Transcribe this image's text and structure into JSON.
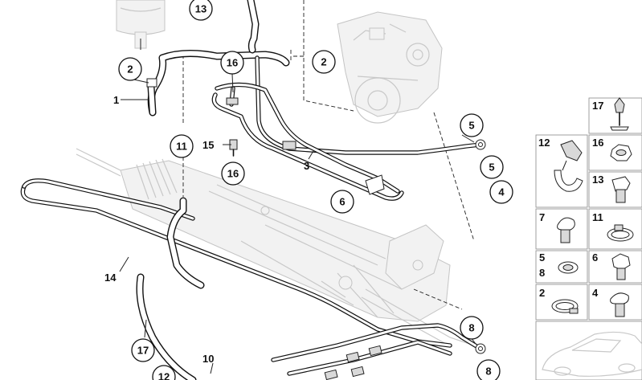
{
  "callouts": [
    {
      "id": "c13",
      "label": "13"
    },
    {
      "id": "c2a",
      "label": "2"
    },
    {
      "id": "c2b",
      "label": "2"
    },
    {
      "id": "c16a",
      "label": "16"
    },
    {
      "id": "c16b",
      "label": "16"
    },
    {
      "id": "c11",
      "label": "11"
    },
    {
      "id": "c5a",
      "label": "5"
    },
    {
      "id": "c5b",
      "label": "5"
    },
    {
      "id": "c4",
      "label": "4"
    },
    {
      "id": "c6",
      "label": "6"
    },
    {
      "id": "c8a",
      "label": "8"
    },
    {
      "id": "c8b",
      "label": "8"
    },
    {
      "id": "c17",
      "label": "17"
    },
    {
      "id": "c12",
      "label": "12"
    }
  ],
  "plain_labels": [
    {
      "id": "p1",
      "label": "1"
    },
    {
      "id": "p15",
      "label": "15"
    },
    {
      "id": "p3",
      "label": "3"
    },
    {
      "id": "p14",
      "label": "14"
    },
    {
      "id": "p10",
      "label": "10"
    }
  ],
  "legend": [
    {
      "id": "l17",
      "label": "17"
    },
    {
      "id": "l12",
      "label": "12"
    },
    {
      "id": "l16",
      "label": "16"
    },
    {
      "id": "l13",
      "label": "13"
    },
    {
      "id": "l7",
      "label": "7"
    },
    {
      "id": "l11",
      "label": "11"
    },
    {
      "id": "l5",
      "label": "5"
    },
    {
      "id": "l8",
      "label": "8"
    },
    {
      "id": "l6",
      "label": "6"
    },
    {
      "id": "l2",
      "label": "2"
    },
    {
      "id": "l4",
      "label": "4"
    }
  ]
}
